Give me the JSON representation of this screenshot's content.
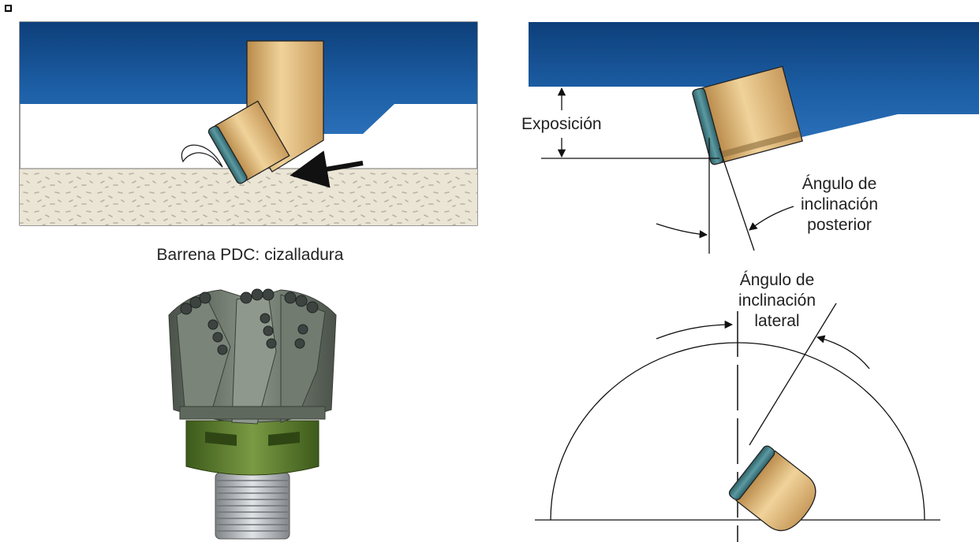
{
  "labels": {
    "shear_caption": "Barrena PDC: cizalladura",
    "exposure": "Exposición",
    "back_rake_line1": "Ángulo de",
    "back_rake_line2": "inclinación",
    "back_rake_line3": "posterior",
    "side_rake_line1": "Ángulo de",
    "side_rake_line2": "inclinación",
    "side_rake_line3": "lateral"
  },
  "colors": {
    "bit_body_blue": "#1d5fa6",
    "cutter_tan": "#d9b57a",
    "diamond_table": "#3f7c84",
    "rock": "#ebe5d6",
    "bit_gray": "#6e766c",
    "bit_green": "#5b7a2e",
    "thread_steel": "#b8bcbf"
  },
  "icons": {
    "corner_marker": "small-square-icon",
    "cut_direction": "arrow-left-icon"
  }
}
